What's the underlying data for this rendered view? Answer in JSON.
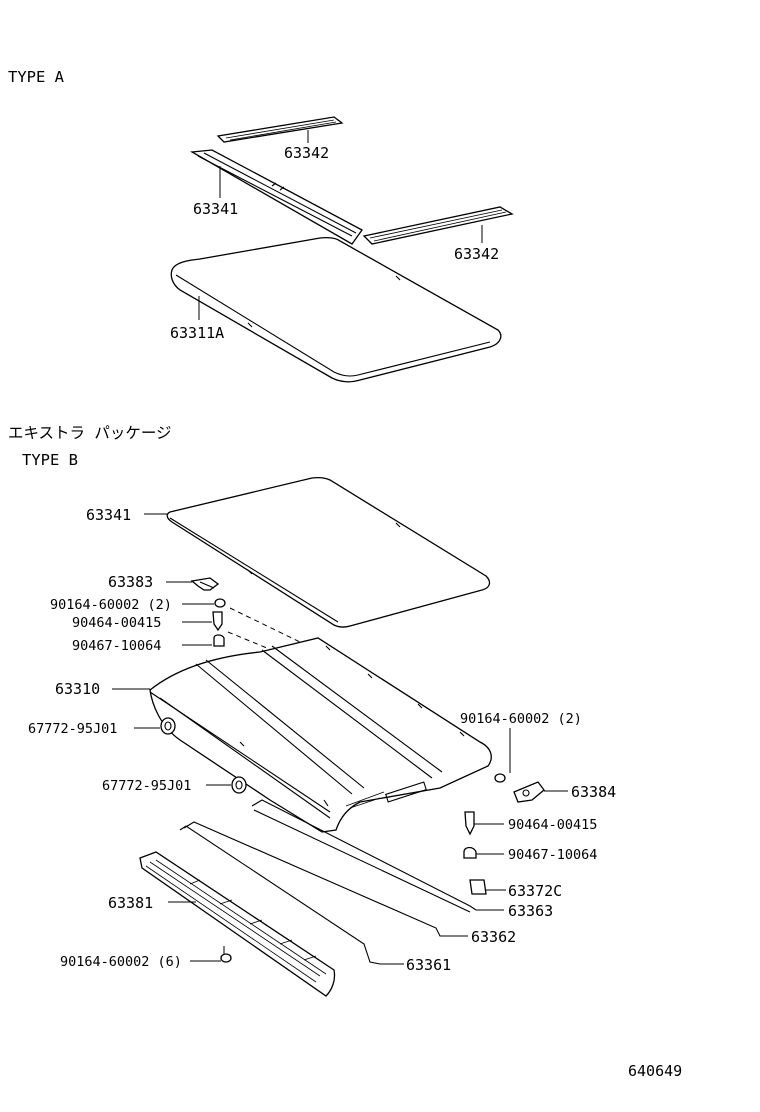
{
  "sections": {
    "type_a": "TYPE A",
    "extra_package": "エキストラ パッケージ",
    "type_b": "TYPE B"
  },
  "type_a_parts": {
    "p63342_top": "63342",
    "p63341": "63341",
    "p63342_right": "63342",
    "p63311A": "63311A"
  },
  "type_b_parts": {
    "p63341": "63341",
    "p63383": "63383",
    "p90164_a": "90164-60002 (2)",
    "p90464_a": "90464-00415",
    "p90467_a": "90467-10064",
    "p63310": "63310",
    "p67772_a": "67772-95J01",
    "p90164_b": "90164-60002 (2)",
    "p67772_b": "67772-95J01",
    "p63384": "63384",
    "p90464_b": "90464-00415",
    "p90467_b": "90467-10064",
    "p63372C": "63372C",
    "p63381": "63381",
    "p63363": "63363",
    "p63362": "63362",
    "p90164_c": "90164-60002 (6)",
    "p63361": "63361"
  },
  "figure_number": "640649"
}
